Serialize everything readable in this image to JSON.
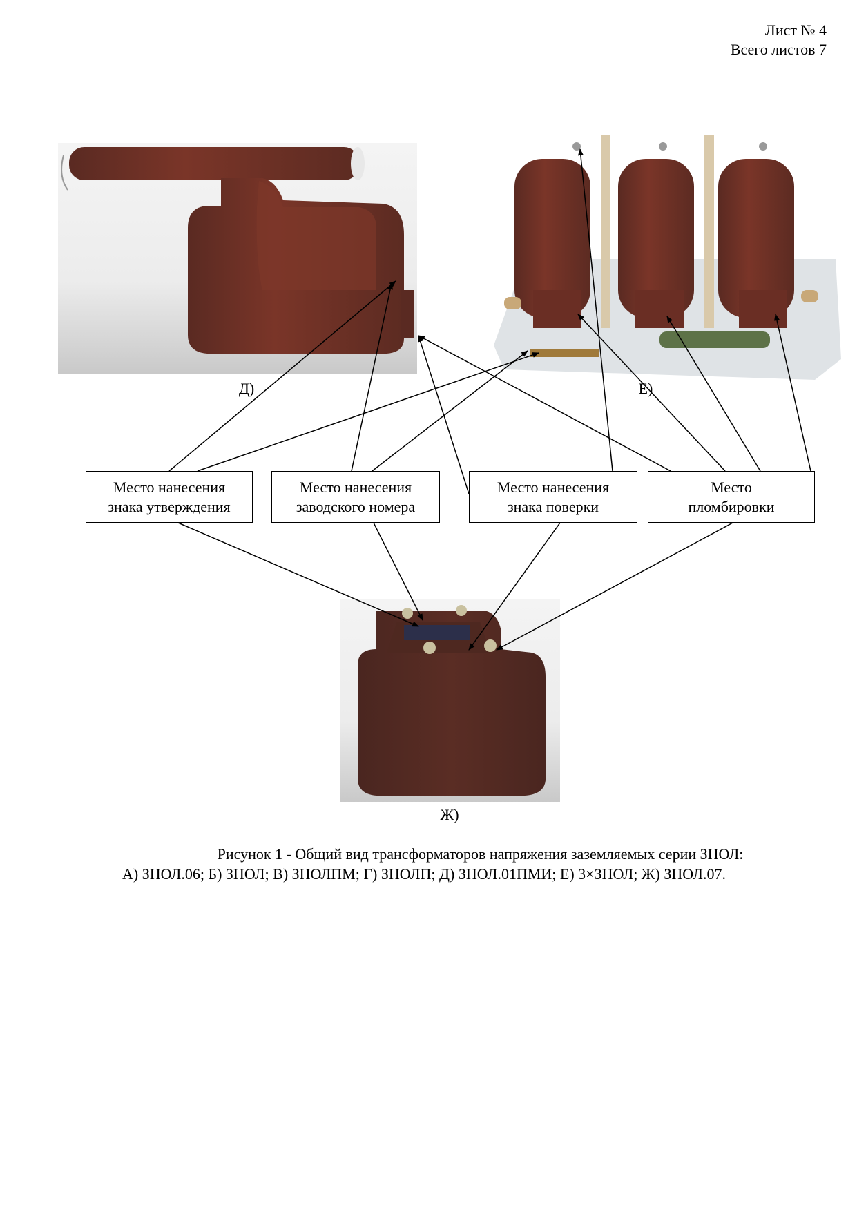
{
  "header": {
    "sheet": "Лист № 4",
    "total": "Всего листов 7"
  },
  "figures": {
    "d_label": "Д)",
    "e_label": "Е)",
    "zh_label": "Ж)"
  },
  "callouts": [
    {
      "line1": "Место нанесения",
      "line2": "знака утверждения"
    },
    {
      "line1": "Место нанесения",
      "line2": "заводского номера"
    },
    {
      "line1": "Место нанесения",
      "line2": "знака поверки"
    },
    {
      "line1": "Место",
      "line2": "пломбировки"
    }
  ],
  "caption": {
    "line1": "Рисунок 1 - Общий вид трансформаторов напряжения заземляемых серии ЗНОЛ:",
    "line2": "А) ЗНОЛ.06; Б) ЗНОЛ; В) ЗНОЛПМ; Г) ЗНОЛП; Д) ЗНОЛ.01ПМИ; Е) 3×ЗНОЛ; Ж) ЗНОЛ.07."
  },
  "colors": {
    "body": "#6e2f25",
    "body_dark": "#4f2820"
  }
}
